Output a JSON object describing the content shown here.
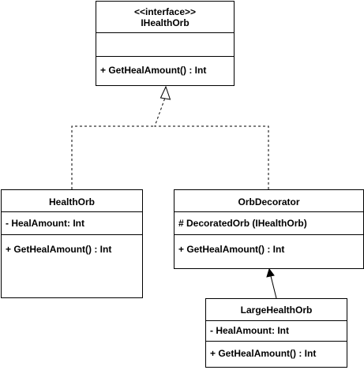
{
  "diagram": {
    "classes": {
      "ihealthorb": {
        "stereotype": "<<interface>>",
        "name": "IHealthOrb",
        "attributes": [],
        "methods": [
          "+ GetHealAmount() : Int"
        ]
      },
      "healthorb": {
        "name": "HealthOrb",
        "attributes": [
          "- HealAmount: Int"
        ],
        "methods": [
          "+ GetHealAmount() : Int"
        ]
      },
      "orbdecorator": {
        "name": "OrbDecorator",
        "attributes": [
          "# DecoratedOrb (IHealthOrb)"
        ],
        "methods": [
          "+ GetHealAmount() : Int"
        ]
      },
      "largehealthorb": {
        "name": "LargeHealthOrb",
        "attributes": [
          "- HealAmount: Int"
        ],
        "methods": [
          "+ GetHealAmount() : Int"
        ]
      }
    },
    "relations": [
      {
        "from": "healthorb",
        "to": "ihealthorb",
        "kind": "realization"
      },
      {
        "from": "orbdecorator",
        "to": "ihealthorb",
        "kind": "realization"
      },
      {
        "from": "largehealthorb",
        "to": "orbdecorator",
        "kind": "association"
      }
    ],
    "colors": {
      "line": "#000000",
      "fill": "#ffffff"
    }
  }
}
